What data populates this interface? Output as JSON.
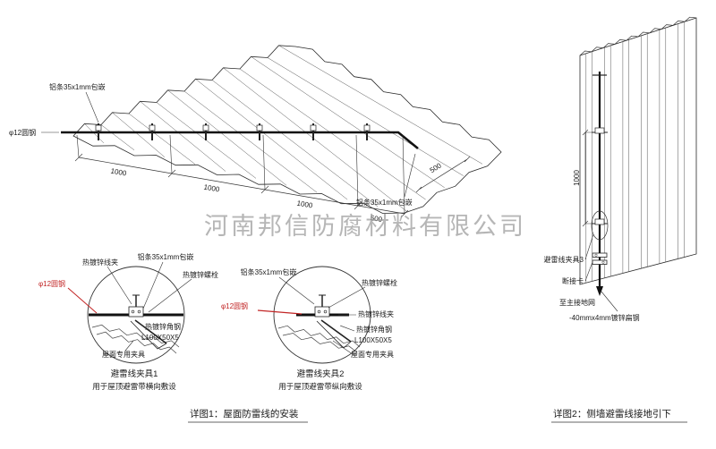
{
  "watermark": "河南邦信防腐材料有限公司",
  "roof": {
    "strip_label_top": "铝条35x1mm包嵌",
    "strip_label_right": "铝条35x1mm包嵌",
    "round_steel_label": "φ12圆钢",
    "dim_1000": "1000",
    "dim_500": "500",
    "dim_500_side": "500"
  },
  "detail1": {
    "title": "避雷线夹具1",
    "subtitle": "用于屋顶避雷带横向敷设",
    "clip_label": "热镀锌线夹",
    "strip_label": "铝条35x1mm包嵌",
    "bolt_label": "热镀锌螺栓",
    "round_steel_label": "φ12圆钢",
    "angle_label": "热镀锌角钢",
    "angle_spec": "L100X50X5",
    "fixture_label": "屋面专用夹具"
  },
  "detail2": {
    "title": "避雷线夹具2",
    "subtitle": "用于屋顶避雷带纵向敷设",
    "clip_label": "热镀锌线夹",
    "strip_label": "铝条35x1mm包嵌",
    "bolt_label": "热镀锌螺栓",
    "round_steel_label": "φ12圆钢",
    "angle_label": "热镀锌角钢",
    "angle_spec": "L100X50X5",
    "fixture_label": "屋面专用夹具"
  },
  "wall": {
    "dim_1000": "1000",
    "clamp_label": "避雷线夹具3",
    "disconnect_label": "断接卡",
    "ground_label": "至主接地网",
    "flat_steel_label": "-40mmx4mm镀锌扁钢"
  },
  "captions": {
    "detail1": "详图1：屋面防雷线的安装",
    "detail2": "详图2：侧墙避雷线接地引下"
  },
  "colors": {
    "line": "#222222",
    "red_accent": "#c22525",
    "watermark": "#9a9a9a"
  }
}
